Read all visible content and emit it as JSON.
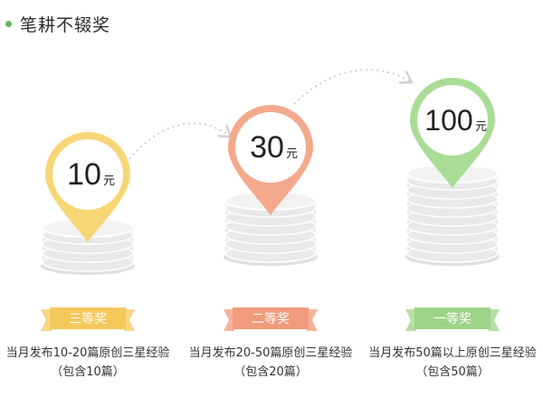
{
  "section": {
    "title": "笔耕不辍奖",
    "dot_color": "#5cb85c"
  },
  "awards": [
    {
      "amount": "10",
      "unit": "元",
      "level": "三等奖",
      "desc_line1": "当月发布10-20篇原创三星经验",
      "desc_line2": "（包含10篇）",
      "color": "#f7d675",
      "ribbon_color": "#f5c85a"
    },
    {
      "amount": "30",
      "unit": "元",
      "level": "二等奖",
      "desc_line1": "当月发布20-50篇原创三星经验",
      "desc_line2": "（包含20篇）",
      "color": "#f4a98d",
      "ribbon_color": "#f29a7c"
    },
    {
      "amount": "100",
      "unit": "元",
      "level": "一等奖",
      "desc_line1": "当月发布50篇以上原创三星经验",
      "desc_line2": "（包含50篇）",
      "color": "#a9dc95",
      "ribbon_color": "#9bd487"
    }
  ],
  "coin_color": "#e9e9e9"
}
